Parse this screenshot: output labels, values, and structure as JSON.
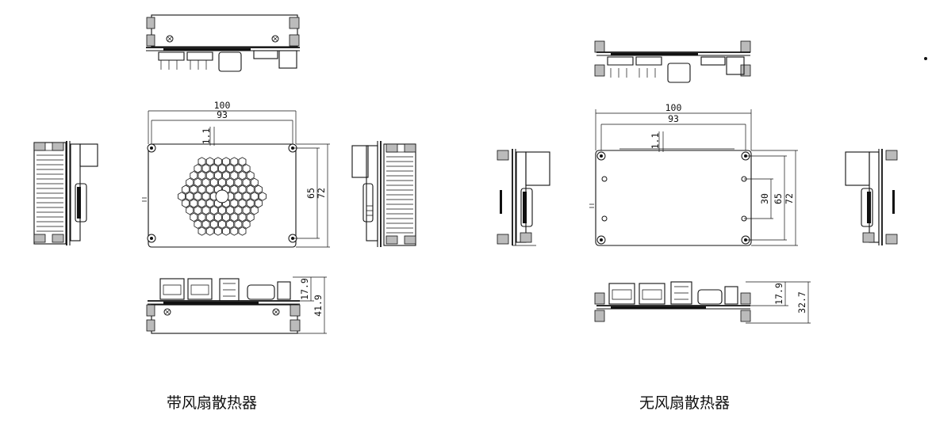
{
  "captions": {
    "with_fan": "带风扇散热器",
    "without_fan": "无风扇散热器"
  },
  "left_drawing": {
    "dim_width": "100",
    "dim_hole_pitch_x": "93",
    "dim_offset": "1.1",
    "dim_hole_pitch_y": "65",
    "dim_height": "72",
    "dim_board_height": "17.9",
    "dim_total_height": "41.9"
  },
  "right_drawing": {
    "dim_width": "100",
    "dim_hole_pitch_x": "93",
    "dim_offset": "1.1",
    "dim_inner_pitch": "30",
    "dim_hole_pitch_y": "65",
    "dim_height": "72",
    "dim_board_height": "17.9",
    "dim_total_height": "32.7"
  }
}
